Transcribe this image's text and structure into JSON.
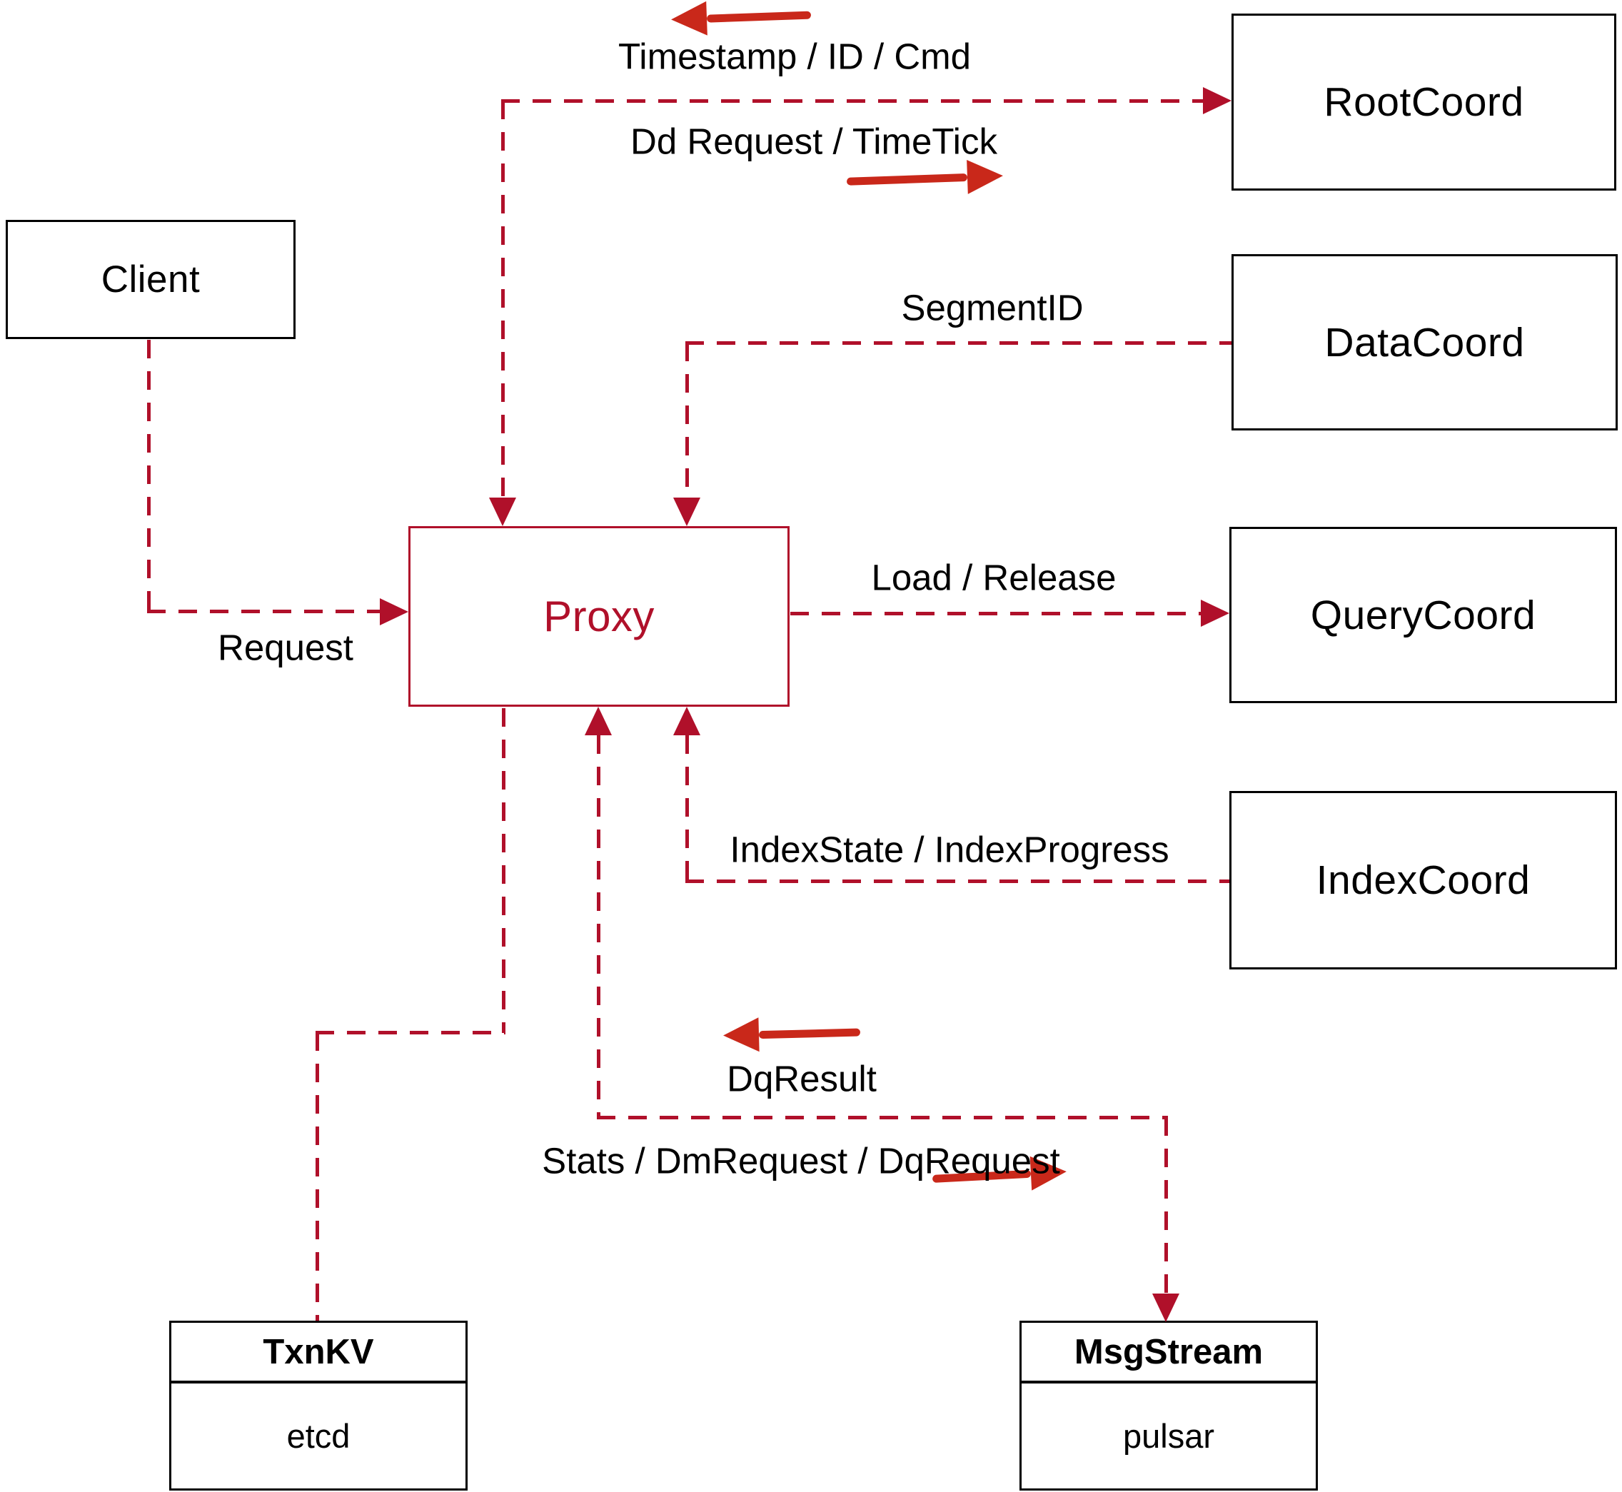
{
  "nodes": {
    "client": {
      "label": "Client"
    },
    "proxy": {
      "label": "Proxy"
    },
    "root_coord": {
      "label": "RootCoord"
    },
    "data_coord": {
      "label": "DataCoord"
    },
    "query_coord": {
      "label": "QueryCoord"
    },
    "index_coord": {
      "label": "IndexCoord"
    },
    "txn_kv": {
      "title": "TxnKV",
      "subtitle": "etcd"
    },
    "msg_stream": {
      "title": "MsgStream",
      "subtitle": "pulsar"
    }
  },
  "edge_labels": {
    "request": "Request",
    "timestamp_id_cmd": "Timestamp / ID / Cmd",
    "dd_request_timetick": "Dd Request / TimeTick",
    "segment_id": "SegmentID",
    "load_release": "Load / Release",
    "index_state_progress": "IndexState / IndexProgress",
    "dq_result": "DqResult",
    "stats_dm_dq": "Stats / DmRequest / DqRequest"
  },
  "colors": {
    "dash_line": "#b0102a",
    "solid_arrow": "#c9281a",
    "box_border": "#000000",
    "text": "#000000",
    "background": "#ffffff"
  }
}
